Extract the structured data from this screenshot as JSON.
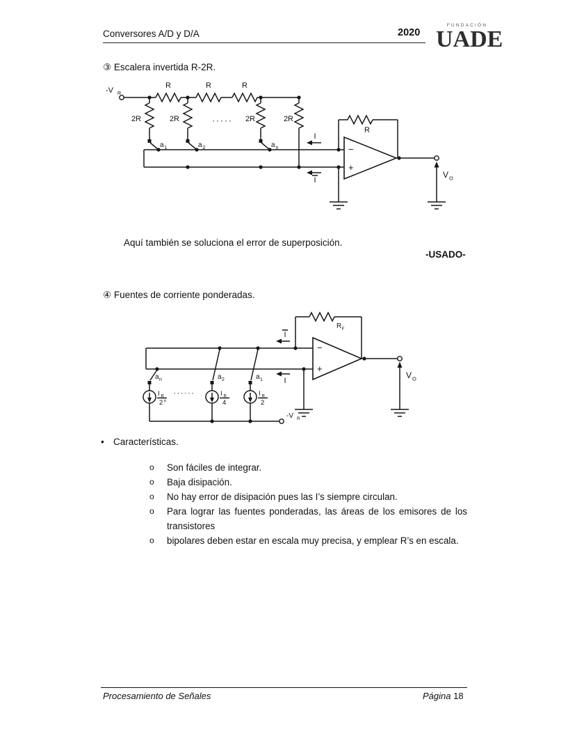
{
  "header": {
    "title": "Conversores A/D y D/A",
    "year": "2020",
    "logo_small": "FUNDACIÓN",
    "logo_large": "UADE"
  },
  "ladder_section": {
    "heading": "③ Escalera invertida R-2R.",
    "note": "Aquí también se soluciona el error de superposición.",
    "usado": "-USADO-",
    "circuit": {
      "vref_base": "-V",
      "vref_sub": "R",
      "series_r": [
        "R",
        "R",
        "R"
      ],
      "shunt_r": [
        "2R",
        "2R",
        "2R",
        "2R"
      ],
      "dots": "·····",
      "switches": [
        {
          "base": "a",
          "sub": "1"
        },
        {
          "base": "a",
          "sub": "2"
        },
        {
          "base": "a",
          "sub": "n"
        }
      ],
      "current_top": "I",
      "current_bottom": "I",
      "feedback_r": "R",
      "opamp_minus": "−",
      "opamp_plus": "+",
      "vout_base": "V",
      "vout_sub": "O"
    }
  },
  "sources_section": {
    "heading": "④ Fuentes de corriente ponderadas.",
    "circuit": {
      "feedback_base": "R",
      "feedback_sub": "F",
      "current_top": "I",
      "current_bottom": "I",
      "switches": [
        {
          "base": "a",
          "sub": "n"
        },
        {
          "base": "a",
          "sub": "2"
        },
        {
          "base": "a",
          "sub": "1"
        }
      ],
      "sources": [
        {
          "num": "I",
          "num_sub": "R",
          "den": "2",
          "den_sup": "n"
        },
        {
          "num": "I",
          "num_sub": "R",
          "den": "4",
          "den_sup": ""
        },
        {
          "num": "I",
          "num_sub": "R",
          "den": "2",
          "den_sup": ""
        }
      ],
      "dots": "······",
      "vref_base": "-V",
      "vref_sub": "R",
      "opamp_minus": "−",
      "opamp_plus": "+",
      "vout_base": "V",
      "vout_sub": "O"
    }
  },
  "features": {
    "bullet": "•",
    "title": "Características.",
    "marker": "o",
    "items": [
      "Son fáciles de integrar.",
      "Baja disipación.",
      "No hay error de disipación pues las I’s siempre circulan.",
      "Para lograr las fuentes ponderadas, las áreas de los emisores de los transistores",
      "bipolares deben estar en escala muy precisa, y emplear R’s en escala."
    ]
  },
  "footer": {
    "left": "Procesamiento de Señales",
    "right_label": "Página",
    "page_number": "18"
  }
}
